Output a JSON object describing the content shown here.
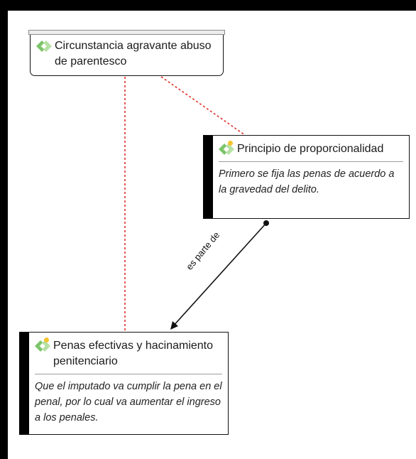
{
  "nodes": {
    "agravante": {
      "title": "Circunstancia agravante abuso de parentesco"
    },
    "proporcionalidad": {
      "title": "Principio de proporcionalidad",
      "description": "Primero se fija las penas de acuerdo a la gravedad del delito."
    },
    "penas": {
      "title": "Penas efectivas y hacinamiento penitenciario",
      "description": "Que el imputado va cumplir la pena en el penal, por lo cual va aumentar el ingreso a los penales."
    }
  },
  "relations": {
    "es_parte_de": "es parte de"
  },
  "colors": {
    "dotted_link": "#e0302a",
    "icon_green": "#7cc46a",
    "icon_dot": "#f4c430"
  },
  "icons": {
    "concept": "green-diamond-icon",
    "badge": "yellow-dot-icon"
  }
}
